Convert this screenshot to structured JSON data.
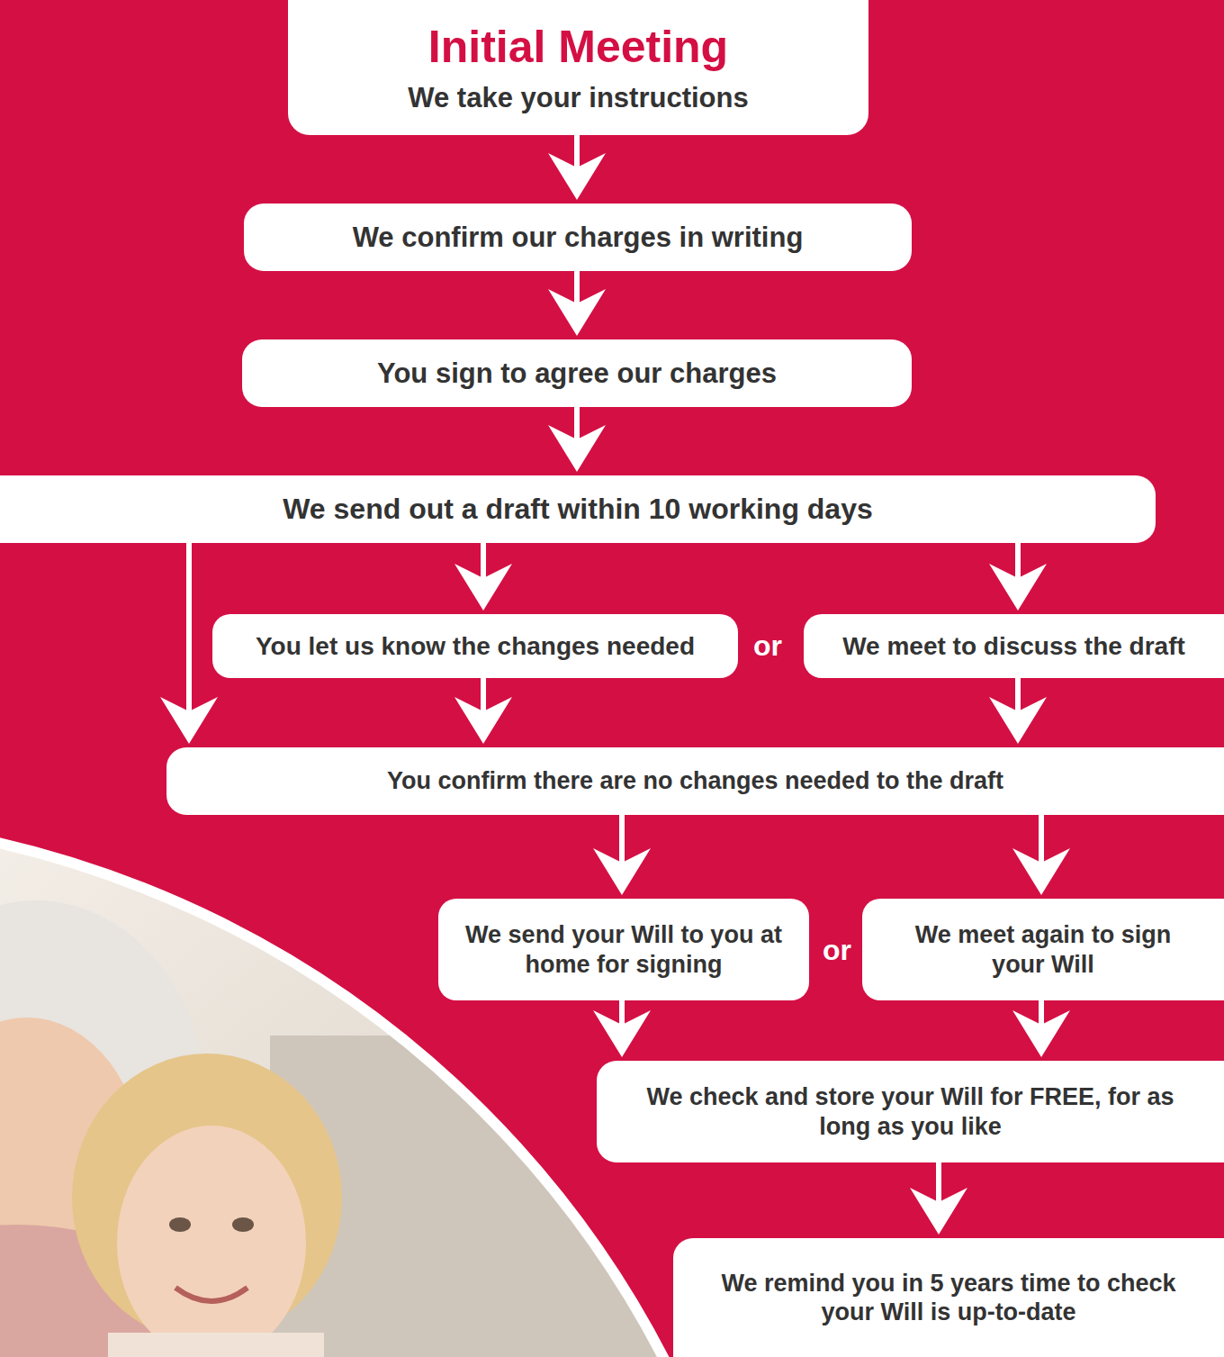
{
  "diagram": {
    "nodes": [
      {
        "text": [
          "Initial Meeting",
          "We take your instructions"
        ]
      },
      {
        "text": [
          "We confirm our charges in writing"
        ]
      },
      {
        "text": [
          "You sign to agree our charges"
        ]
      },
      {
        "text": [
          "We send out a draft within 10 working days"
        ]
      },
      {
        "text": [
          "You let us know the changes needed"
        ]
      },
      {
        "text": [
          "We meet to discuss the draft"
        ]
      },
      {
        "text": [
          "You confirm there are no changes needed to the draft"
        ]
      },
      {
        "text": [
          "We send your Will to you at home for signing"
        ]
      },
      {
        "text": [
          "We meet again to sign your Will"
        ]
      },
      {
        "text": [
          "We check and store your Will for FREE, for as long as you like"
        ]
      },
      {
        "text": [
          "We remind you in 5 years time to check your Will is up-to-date"
        ]
      }
    ],
    "edges": [
      {
        "from": 0,
        "to": 1,
        "arrow": "to"
      },
      {
        "from": 1,
        "to": 2,
        "arrow": "to"
      },
      {
        "from": 2,
        "to": 3,
        "arrow": "to"
      },
      {
        "from": 3,
        "to": 4,
        "arrow": "to"
      },
      {
        "from": 3,
        "to": 5,
        "arrow": "to"
      },
      {
        "from": 3,
        "to": 6,
        "arrow": "to"
      },
      {
        "from": 4,
        "to": 6,
        "arrow": "to"
      },
      {
        "from": 5,
        "to": 6,
        "arrow": "to"
      },
      {
        "from": 6,
        "to": 7,
        "arrow": "to"
      },
      {
        "from": 6,
        "to": 8,
        "arrow": "to"
      },
      {
        "from": 7,
        "to": 9,
        "arrow": "to"
      },
      {
        "from": 8,
        "to": 9,
        "arrow": "to"
      },
      {
        "from": 9,
        "to": 10,
        "arrow": "to"
      }
    ],
    "labels": [
      "or",
      "or"
    ]
  }
}
